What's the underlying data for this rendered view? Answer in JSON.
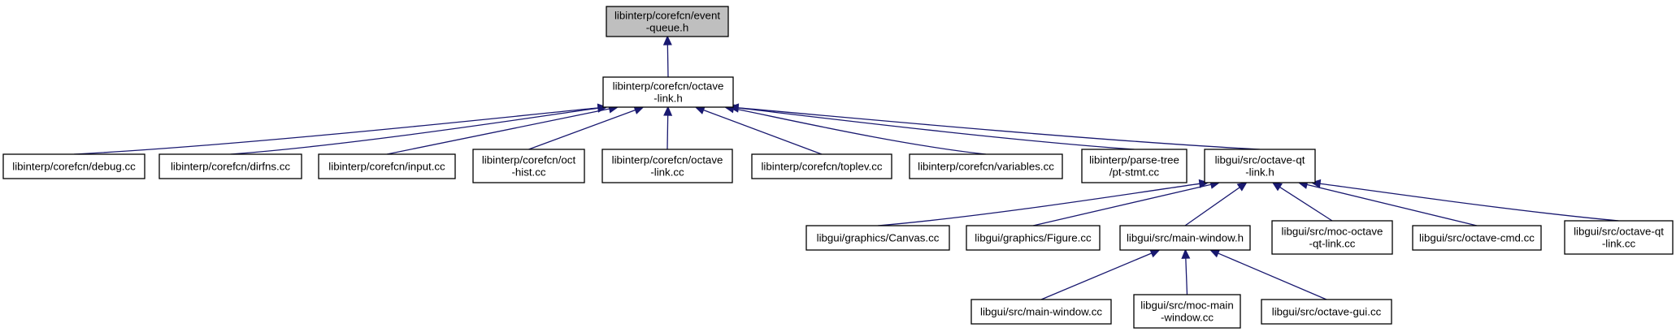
{
  "colors": {
    "edge": "#191970",
    "root_fill": "#bfbfbf",
    "node_fill": "#ffffff",
    "border": "#000000"
  },
  "nodes": {
    "event_queue": [
      "libinterp/corefcn/event",
      "-queue.h"
    ],
    "octave_link_h": [
      "libinterp/corefcn/octave",
      "-link.h"
    ],
    "debug": [
      "libinterp/corefcn/debug.cc"
    ],
    "dirfns": [
      "libinterp/corefcn/dirfns.cc"
    ],
    "input": [
      "libinterp/corefcn/input.cc"
    ],
    "oct_hist": [
      "libinterp/corefcn/oct",
      "-hist.cc"
    ],
    "octave_link_cc": [
      "libinterp/corefcn/octave",
      "-link.cc"
    ],
    "toplev": [
      "libinterp/corefcn/toplev.cc"
    ],
    "variables": [
      "libinterp/corefcn/variables.cc"
    ],
    "pt_stmt": [
      "libinterp/parse-tree",
      "/pt-stmt.cc"
    ],
    "octave_qt_link_h": [
      "libgui/src/octave-qt",
      "-link.h"
    ],
    "canvas": [
      "libgui/graphics/Canvas.cc"
    ],
    "figure": [
      "libgui/graphics/Figure.cc"
    ],
    "main_window_h": [
      "libgui/src/main-window.h"
    ],
    "moc_octave_qt_link": [
      "libgui/src/moc-octave",
      "-qt-link.cc"
    ],
    "octave_cmd": [
      "libgui/src/octave-cmd.cc"
    ],
    "octave_qt_link_cc": [
      "libgui/src/octave-qt",
      "-link.cc"
    ],
    "main_window_cc": [
      "libgui/src/main-window.cc"
    ],
    "moc_main_window": [
      "libgui/src/moc-main",
      "-window.cc"
    ],
    "octave_gui": [
      "libgui/src/octave-gui.cc"
    ]
  }
}
